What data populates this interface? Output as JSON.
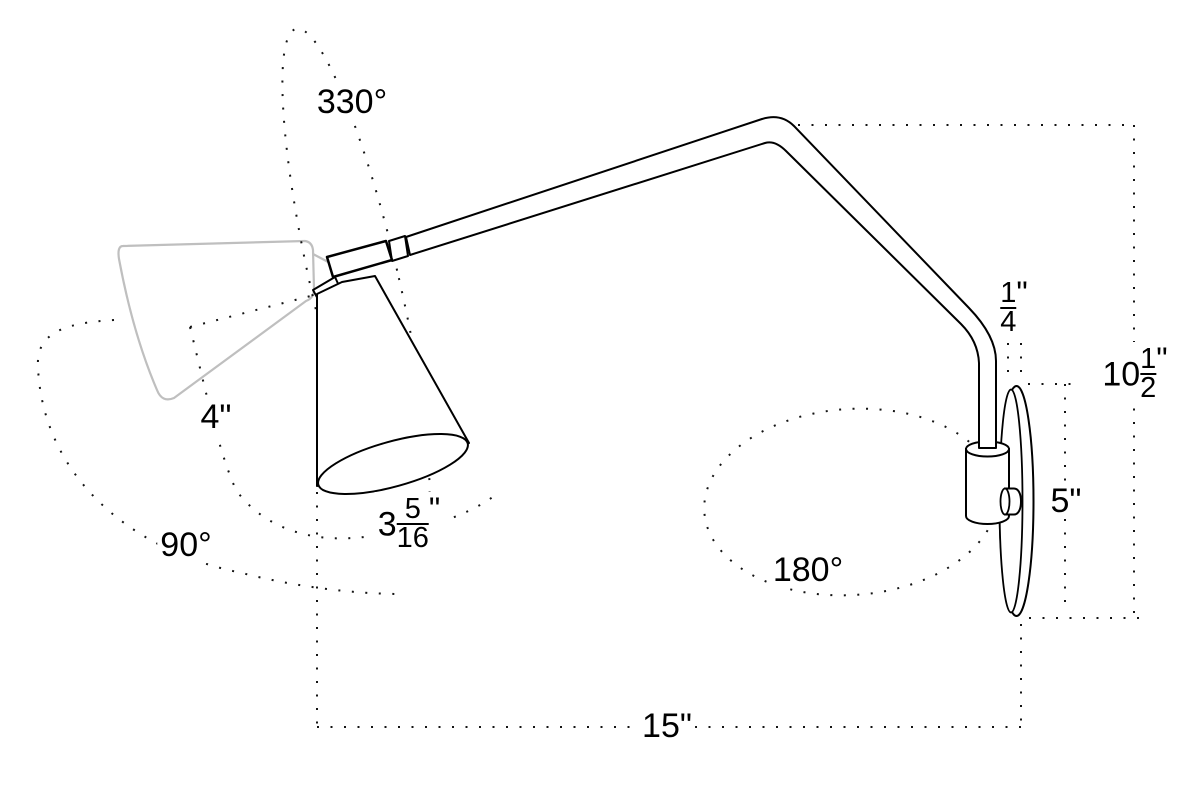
{
  "colors": {
    "background": "#ffffff",
    "line": "#000000",
    "ghost_outline": "#bfbfbf",
    "dotted": "#141414"
  },
  "annotations": {
    "shade_rotation": {
      "text": "330°"
    },
    "shade_width": {
      "text": "4",
      "unit": "\""
    },
    "head_rotation": {
      "text": "90°"
    },
    "shade_length": {
      "whole": "3",
      "numerator": "5",
      "denominator": "16",
      "unit": "\""
    },
    "arm_extension": {
      "text": "15",
      "unit": "\""
    },
    "arm_rotation": {
      "text": "180°"
    },
    "tube_diameter": {
      "numerator": "1",
      "denominator": "4",
      "unit": "\""
    },
    "drop_height": {
      "whole": "10",
      "numerator": "1",
      "denominator": "2",
      "unit": "\""
    },
    "backplate_height": {
      "text": "5",
      "unit": "\""
    }
  }
}
